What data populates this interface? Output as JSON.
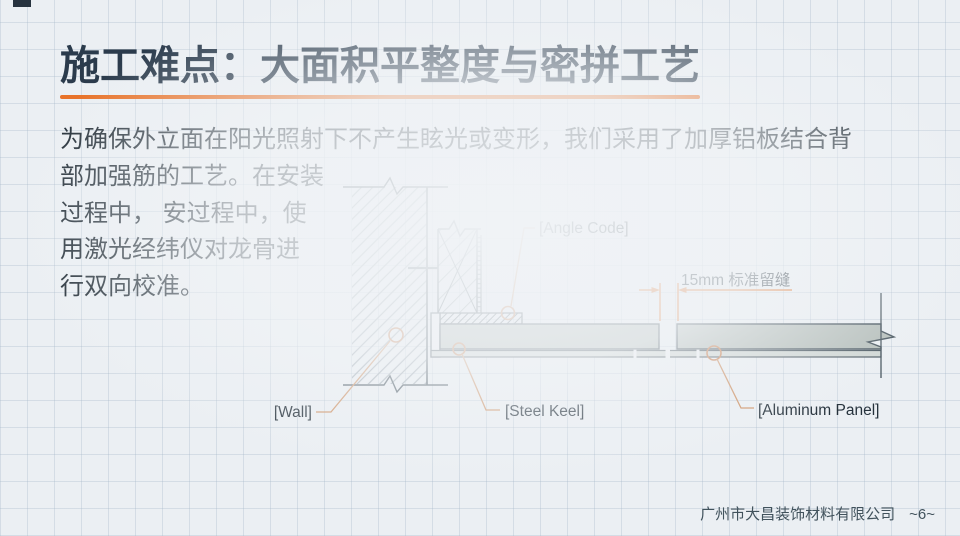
{
  "slide": {
    "title": "施工难点：大面积平整度与密拼工艺",
    "body_text": "为确保外立面在阳光照射下不产生眩光或变形，我们采用了加厚铝板结合背\n部加强筋的工艺。在安装\n过程中， 安过程中，使\n用激光经纬仪对龙骨进\n行双向校准。",
    "footer": {
      "company": "广州市大昌装饰材料有限公司",
      "page": "~6~"
    }
  },
  "diagram": {
    "labels": {
      "wall": "[Wall]",
      "angle_code": "[Angle Code]",
      "steel_keel": "[Steel Keel]",
      "aluminum_panel": "[Aluminum Panel]",
      "gap_dimension": "15mm 标准留缝"
    }
  },
  "colors": {
    "accent_orange": "#e8732a",
    "leader_orange": "#cf9468",
    "marker_orange": "#c87c4b",
    "title_color": "#2b3b4c",
    "diagram_line": "#4a5862",
    "panel_fill": "#b4bdb9",
    "strip_fill": "#cfd6d3"
  }
}
